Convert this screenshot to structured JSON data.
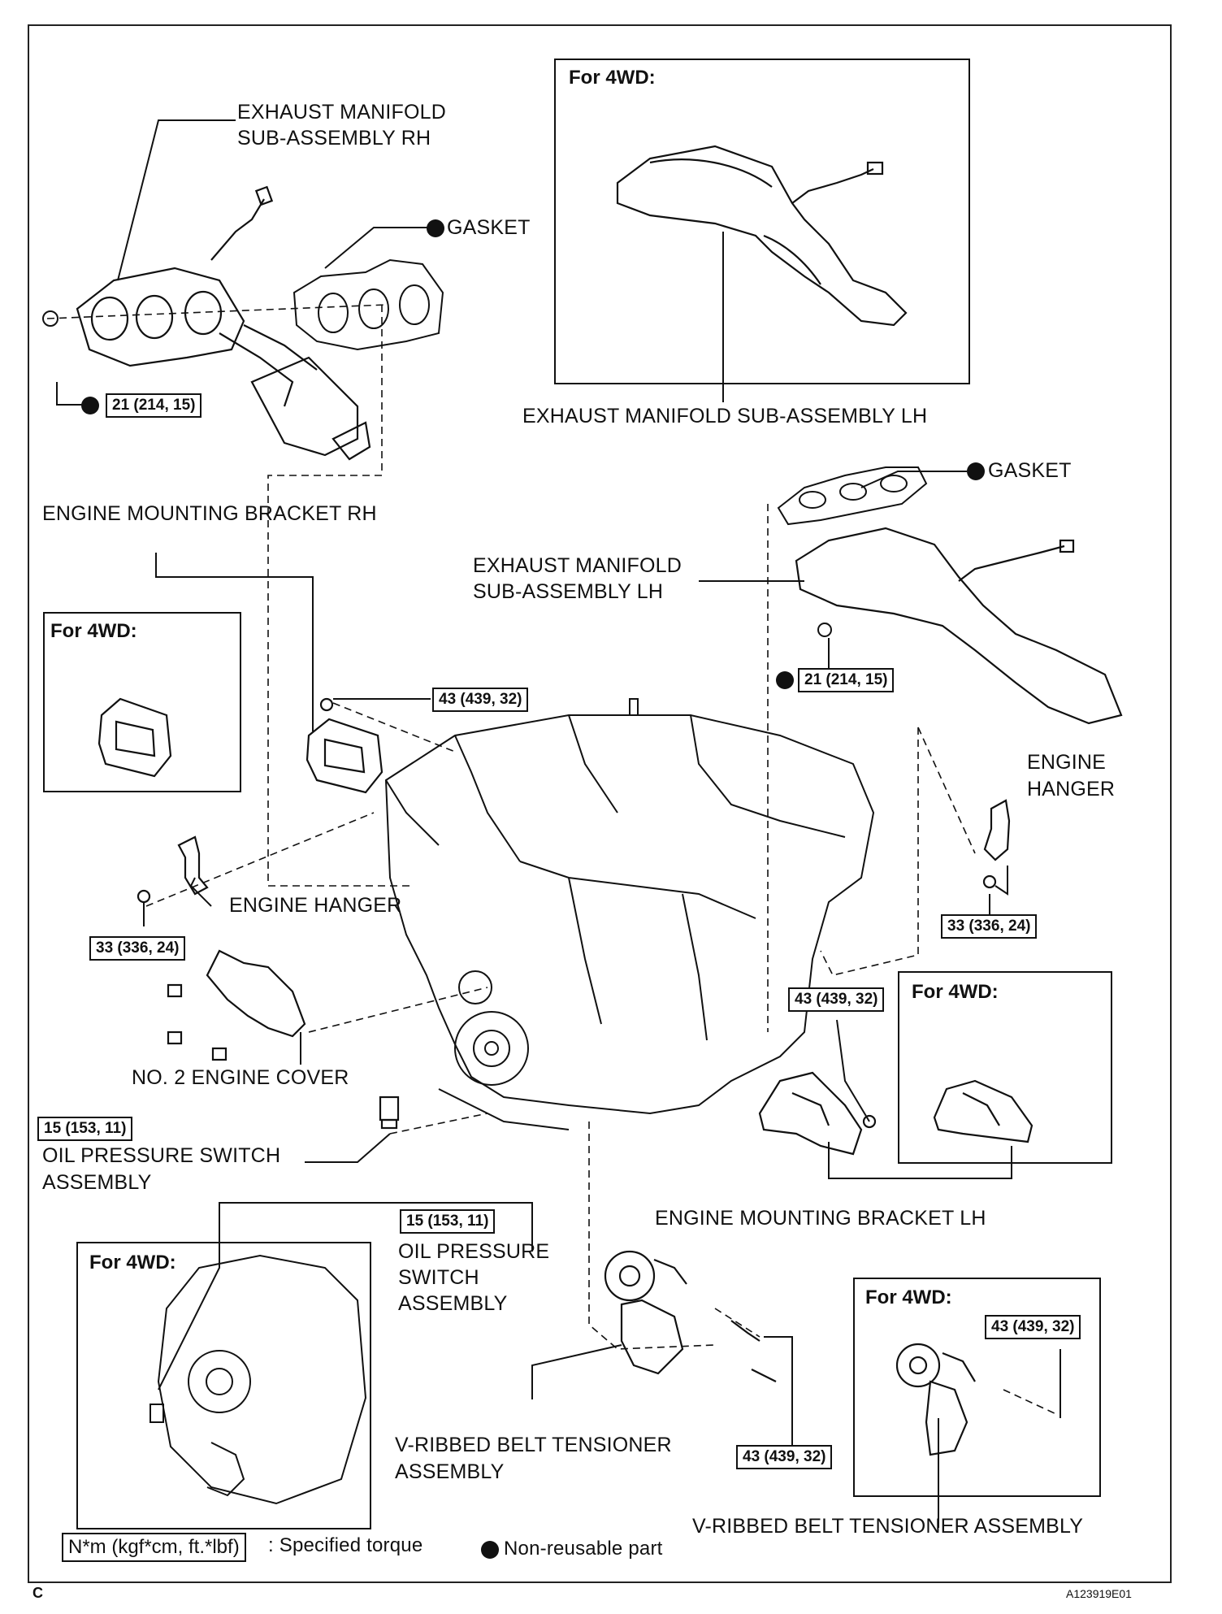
{
  "labels": {
    "exh_rh_1": "EXHAUST MANIFOLD",
    "exh_rh_2": "SUB-ASSEMBLY RH",
    "gasket_top": "GASKET",
    "exh_lh_top": "EXHAUST MANIFOLD SUB-ASSEMBLY LH",
    "gasket_right": "GASKET",
    "mount_rh": "ENGINE MOUNTING BRACKET RH",
    "exh_lh_1": "EXHAUST MANIFOLD",
    "exh_lh_2": "SUB-ASSEMBLY LH",
    "hanger_r_1": "ENGINE",
    "hanger_r_2": "HANGER",
    "hanger_l": "ENGINE HANGER",
    "cover2": "NO. 2 ENGINE COVER",
    "oil_1": "OIL PRESSURE SWITCH",
    "oil_2": "ASSEMBLY",
    "oil4_1": "OIL PRESSURE",
    "oil4_2": "SWITCH",
    "oil4_3": "ASSEMBLY",
    "mount_lh": "ENGINE MOUNTING BRACKET LH",
    "vrib_1": "V-RIBBED BELT TENSIONER",
    "vrib_2": "ASSEMBLY",
    "vrib_right": "V-RIBBED BELT TENSIONER ASSEMBLY"
  },
  "headers": {
    "h1": "For 4WD:",
    "h2": "For 4WD:",
    "h3": "For 4WD:",
    "h4": "For 4WD:",
    "h5": "For 4WD:"
  },
  "torque": {
    "t_rh_nut": "21 (214, 15)",
    "t_lh_nut": "21 (214, 15)",
    "t_rh_bracket": "43 (439, 32)",
    "t_hanger_l": "33 (336, 24)",
    "t_hanger_r": "33 (336, 24)",
    "t_lh_bracket": "43 (439, 32)",
    "t_oil": "15 (153, 11)",
    "t_oil4": "15 (153, 11)",
    "t_vrib": "43 (439, 32)",
    "t_vrib4": "43 (439, 32)"
  },
  "legend": {
    "torque_unit": "N*m (kgf*cm, ft.*lbf)",
    "torque_text": ": Specified torque",
    "nonreuse_text": "Non-reusable part"
  },
  "footer": {
    "left": "C",
    "right": "A123919E01"
  }
}
